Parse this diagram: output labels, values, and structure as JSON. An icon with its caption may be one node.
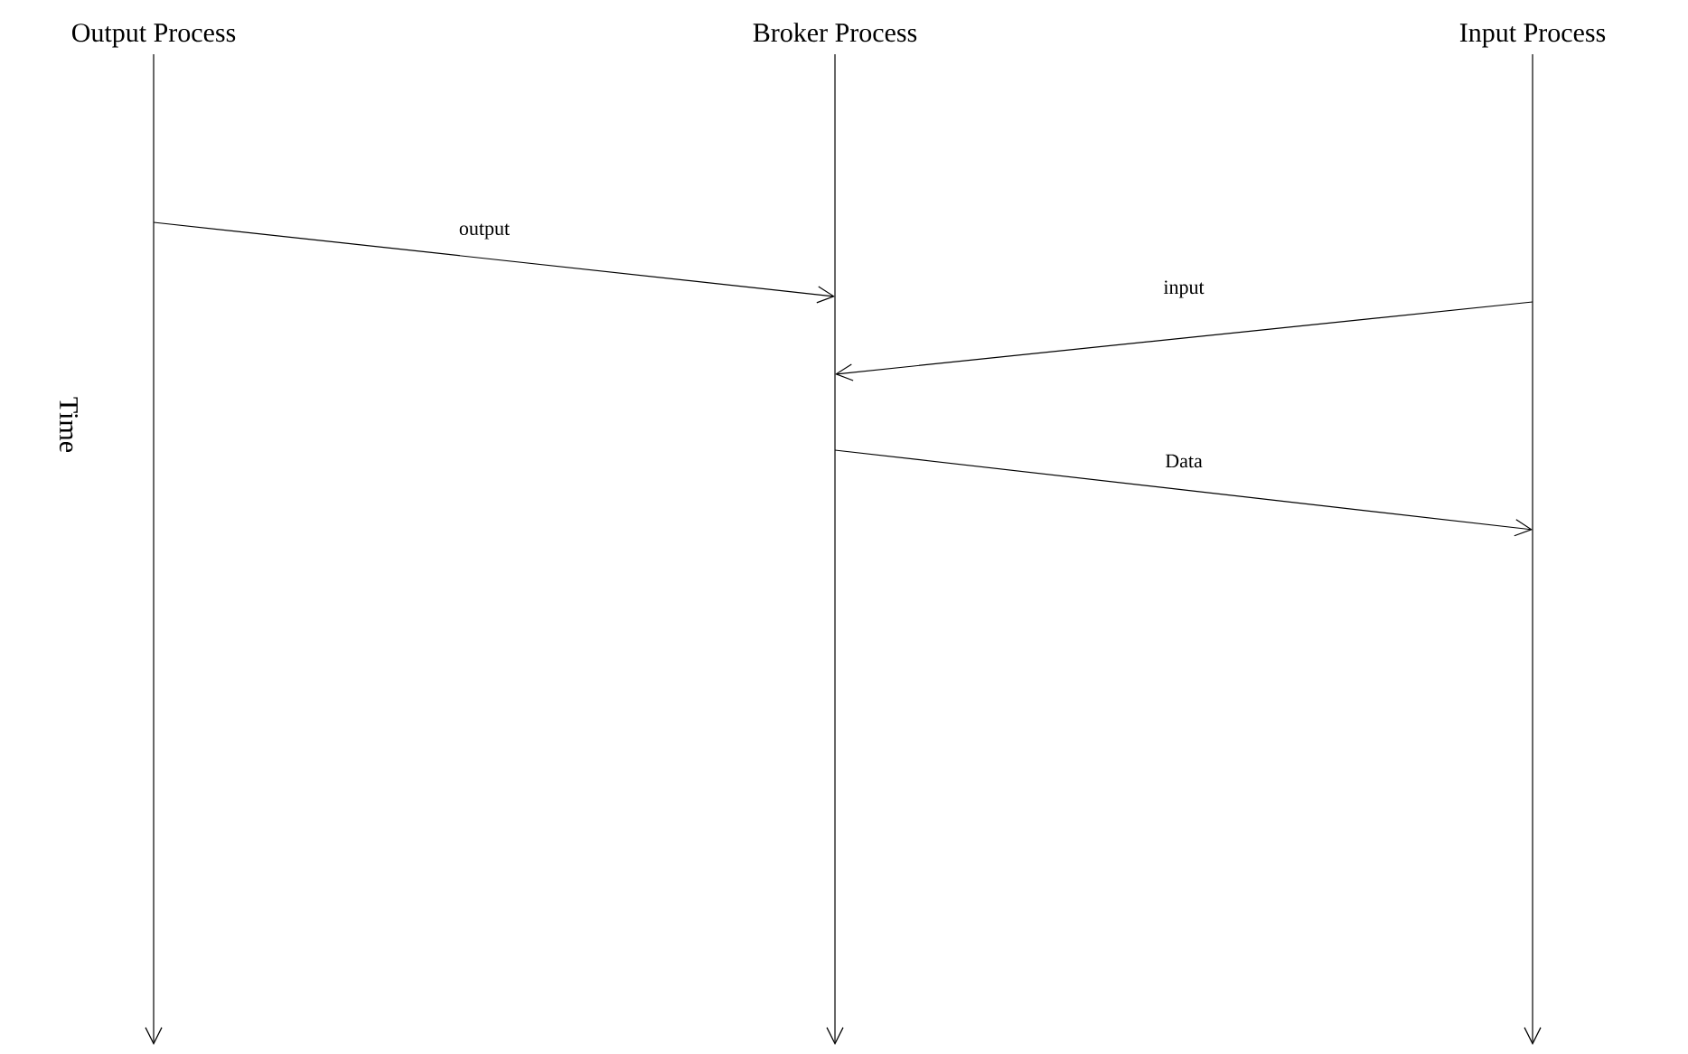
{
  "diagram": {
    "nodes": [
      {
        "text": [
          "Output Process"
        ]
      },
      {
        "text": [
          "Broker Process"
        ]
      },
      {
        "text": [
          "Input Process"
        ]
      }
    ],
    "edges": [
      {
        "from": 0,
        "to": 1,
        "arrow": "to",
        "label": "output"
      },
      {
        "from": 2,
        "to": 1,
        "arrow": "to",
        "label": "input"
      },
      {
        "from": 1,
        "to": 2,
        "arrow": "to",
        "label": "Data"
      }
    ],
    "labels": [
      "Time"
    ]
  }
}
